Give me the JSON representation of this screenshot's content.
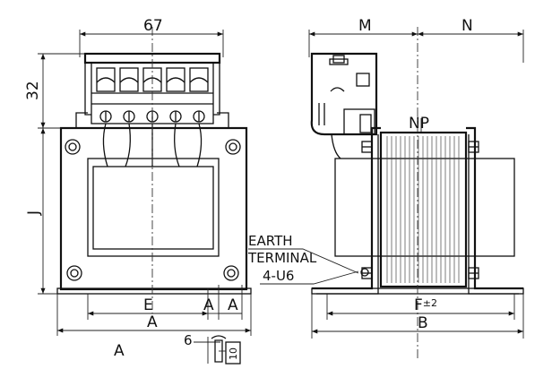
{
  "dimensions": {
    "top_width": "67",
    "terminal_height": "32",
    "height": "J",
    "side_M": "M",
    "side_N": "N",
    "nameplate": "NP",
    "inner_E": "E",
    "offset_A1": "A",
    "offset_A2": "A",
    "front_A": "A",
    "bottom_A": "A",
    "slot_width": "6",
    "slot_length": "10",
    "side_F": "F",
    "side_F_tol": "±2",
    "side_B": "B"
  },
  "callout": {
    "line1": "EARTH",
    "line2": "TERMINAL",
    "line3": "4-U6"
  }
}
